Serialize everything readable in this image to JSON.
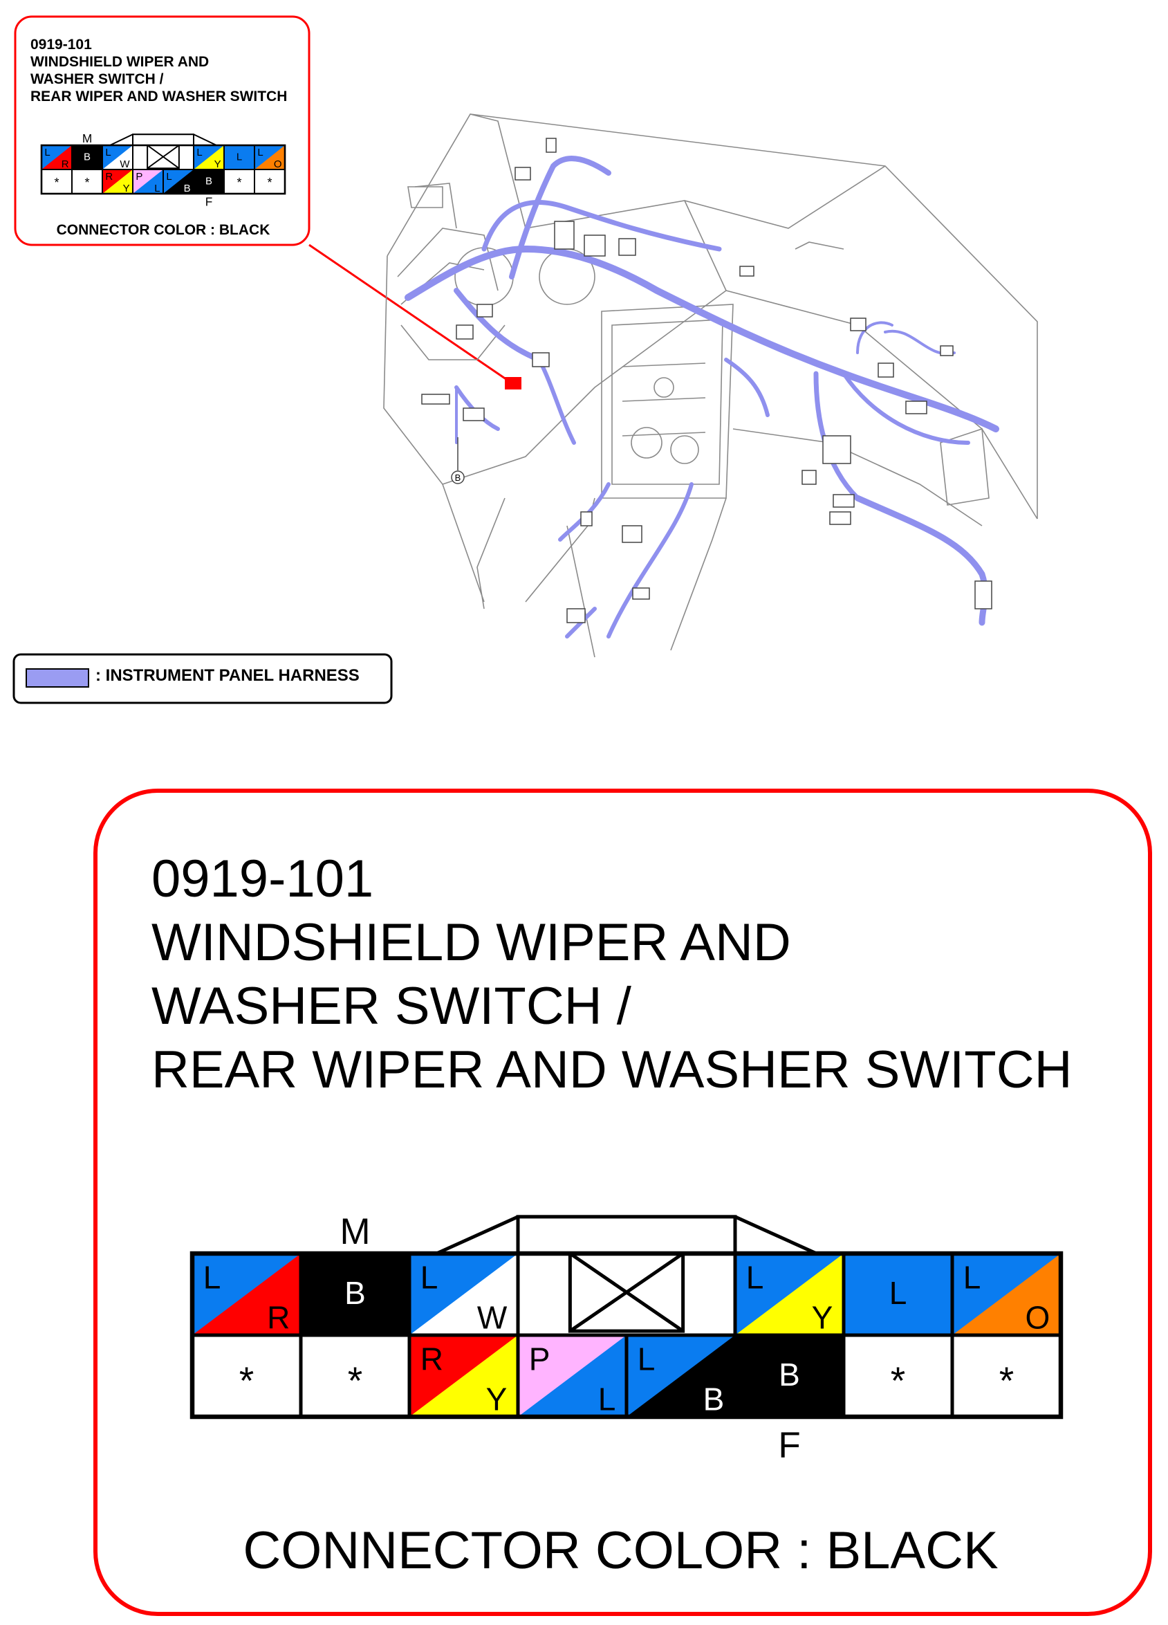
{
  "connector": {
    "code": "0919-101",
    "title_lines": [
      "WINDSHIELD WIPER AND",
      "WASHER SWITCH /",
      "REAR WIPER AND WASHER SWITCH"
    ],
    "connector_color_label": "CONNECTOR COLOR : BLACK",
    "marker_top": "M",
    "marker_bottom": "F",
    "top_row": [
      {
        "type": "diag",
        "c1": "L",
        "c2": "R",
        "col1": "#0a7cf0",
        "col2": "#ff0000"
      },
      {
        "type": "solid",
        "c": "B",
        "col": "#000000",
        "tc": "#ffffff"
      },
      {
        "type": "diag",
        "c1": "L",
        "c2": "W",
        "col1": "#0a7cf0",
        "col2": "#ffffff"
      },
      {
        "type": "lock"
      },
      {
        "type": "diag",
        "c1": "L",
        "c2": "Y",
        "col1": "#0a7cf0",
        "col2": "#ffff00"
      },
      {
        "type": "solid",
        "c": "L",
        "col": "#0a7cf0",
        "tc": "#000000"
      },
      {
        "type": "diag",
        "c1": "L",
        "c2": "O",
        "col1": "#0a7cf0",
        "col2": "#ff8000"
      }
    ],
    "bottom_row": [
      {
        "type": "empty",
        "c": "*"
      },
      {
        "type": "empty",
        "c": "*"
      },
      {
        "type": "diag",
        "c1": "R",
        "c2": "Y",
        "col1": "#ff0000",
        "col2": "#ffff00"
      },
      {
        "type": "diag",
        "c1": "P",
        "c2": "L",
        "col1": "#ffb4ff",
        "col2": "#0a7cf0"
      },
      {
        "type": "diag",
        "c1": "L",
        "c2": "B",
        "col1": "#0a7cf0",
        "col2": "#000000",
        "tc2": "#ffffff"
      },
      {
        "type": "solid",
        "c": "B",
        "col": "#000000",
        "tc": "#ffffff"
      },
      {
        "type": "empty",
        "c": "*"
      },
      {
        "type": "empty",
        "c": "*"
      }
    ]
  },
  "legend": {
    "label": ": INSTRUMENT PANEL HARNESS",
    "swatch_color": "#9a9cf2"
  },
  "diagram": {
    "callout_marker": "B",
    "harness_color": "#8f90ee",
    "accent_color": "#ff0000"
  }
}
